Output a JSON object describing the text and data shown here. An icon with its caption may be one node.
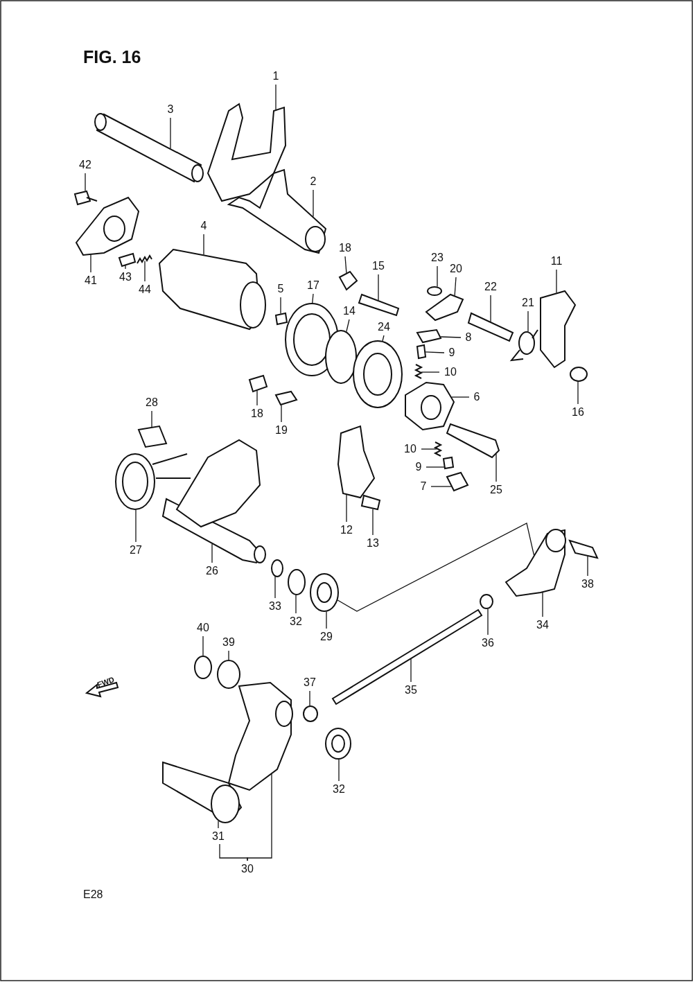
{
  "diagram": {
    "title": "FIG. 16",
    "nodes": [
      {
        "text": [
          "1"
        ]
      },
      {
        "text": [
          "2"
        ]
      },
      {
        "text": [
          "3"
        ]
      },
      {
        "text": [
          "4"
        ]
      },
      {
        "text": [
          "42"
        ]
      },
      {
        "text": [
          "41"
        ]
      },
      {
        "text": [
          "43"
        ]
      },
      {
        "text": [
          "44"
        ]
      },
      {
        "text": [
          "5"
        ]
      },
      {
        "text": [
          "17"
        ]
      },
      {
        "text": [
          "18"
        ]
      },
      {
        "text": [
          "15"
        ]
      },
      {
        "text": [
          "14"
        ]
      },
      {
        "text": [
          "24"
        ]
      },
      {
        "text": [
          "23"
        ]
      },
      {
        "text": [
          "20"
        ]
      },
      {
        "text": [
          "22"
        ]
      },
      {
        "text": [
          "21"
        ]
      },
      {
        "text": [
          "11"
        ]
      },
      {
        "text": [
          "8"
        ]
      },
      {
        "text": [
          "9"
        ]
      },
      {
        "text": [
          "10"
        ]
      },
      {
        "text": [
          "6"
        ]
      },
      {
        "text": [
          "16"
        ]
      },
      {
        "text": [
          "18"
        ]
      },
      {
        "text": [
          "19"
        ]
      },
      {
        "text": [
          "28"
        ]
      },
      {
        "text": [
          "10"
        ]
      },
      {
        "text": [
          "9"
        ]
      },
      {
        "text": [
          "7"
        ]
      },
      {
        "text": [
          "25"
        ]
      },
      {
        "text": [
          "27"
        ]
      },
      {
        "text": [
          "12"
        ]
      },
      {
        "text": [
          "13"
        ]
      },
      {
        "text": [
          "26"
        ]
      },
      {
        "text": [
          "38"
        ]
      },
      {
        "text": [
          "33"
        ]
      },
      {
        "text": [
          "32"
        ]
      },
      {
        "text": [
          "29"
        ]
      },
      {
        "text": [
          "34"
        ]
      },
      {
        "text": [
          "36"
        ]
      },
      {
        "text": [
          "40"
        ]
      },
      {
        "text": [
          "39"
        ]
      },
      {
        "text": [
          "37"
        ]
      },
      {
        "text": [
          "35"
        ]
      },
      {
        "text": [
          "32"
        ]
      },
      {
        "text": [
          "31"
        ]
      },
      {
        "text": [
          "30"
        ]
      },
      {
        "text": [],
        "shape": "picture"
      },
      {
        "text": [],
        "shape": "picture"
      },
      {
        "text": [],
        "shape": "picture"
      },
      {
        "text": [],
        "shape": "picture"
      },
      {
        "text": [],
        "shape": "picture"
      },
      {
        "text": [],
        "shape": "picture"
      },
      {
        "text": [],
        "shape": "box"
      },
      {
        "text": [],
        "shape": "picture"
      },
      {
        "text": [],
        "shape": "box"
      },
      {
        "text": [],
        "shape": "picture"
      },
      {
        "text": [],
        "shape": "box"
      },
      {
        "text": [],
        "shape": "box"
      },
      {
        "text": [],
        "shape": "circle"
      },
      {
        "text": [],
        "shape": "picture"
      },
      {
        "text": [],
        "shape": "circle"
      },
      {
        "text": [],
        "shape": "picture"
      },
      {
        "text": [],
        "shape": "box"
      },
      {
        "text": [],
        "shape": "picture"
      },
      {
        "text": [],
        "shape": "picture"
      },
      {
        "text": [],
        "shape": "box"
      },
      {
        "text": [],
        "shape": "box"
      },
      {
        "text": [],
        "shape": "picture"
      },
      {
        "text": [],
        "shape": "picture"
      },
      {
        "text": [],
        "shape": "circle"
      },
      {
        "text": [],
        "shape": "box"
      },
      {
        "text": [],
        "shape": "box"
      },
      {
        "text": [],
        "shape": "box"
      },
      {
        "text": [],
        "shape": "picture"
      },
      {
        "text": [],
        "shape": "box"
      },
      {
        "text": [],
        "shape": "box"
      },
      {
        "text": [],
        "shape": "picture"
      },
      {
        "text": [],
        "shape": "picture"
      },
      {
        "text": [],
        "shape": "picture"
      },
      {
        "text": [],
        "shape": "box"
      },
      {
        "text": [],
        "shape": "picture"
      },
      {
        "text": [],
        "shape": "box"
      },
      {
        "text": [],
        "shape": "circle"
      },
      {
        "text": [],
        "shape": "circle"
      },
      {
        "text": [],
        "shape": "picture"
      },
      {
        "text": [],
        "shape": "picture"
      },
      {
        "text": [],
        "shape": "circle"
      },
      {
        "text": [],
        "shape": "circle"
      },
      {
        "text": [],
        "shape": "circle"
      },
      {
        "text": [],
        "shape": "circle"
      },
      {
        "text": [],
        "shape": "box"
      },
      {
        "text": [],
        "shape": "picture"
      },
      {
        "text": [],
        "shape": "picture"
      },
      {
        "text": [],
        "shape": "picture"
      }
    ],
    "edges": [
      {
        "from": 0,
        "to": 48,
        "arrow": "none"
      },
      {
        "from": 1,
        "to": 49,
        "arrow": "none"
      },
      {
        "from": 2,
        "to": 50,
        "arrow": "none"
      },
      {
        "from": 3,
        "to": 51,
        "arrow": "none"
      },
      {
        "from": 4,
        "to": 52,
        "arrow": "none"
      },
      {
        "from": 5,
        "to": 53,
        "arrow": "none"
      },
      {
        "from": 6,
        "to": 54,
        "arrow": "none"
      },
      {
        "from": 7,
        "to": 55,
        "arrow": "none"
      },
      {
        "from": 8,
        "to": 56,
        "arrow": "none"
      },
      {
        "from": 9,
        "to": 57,
        "arrow": "none"
      },
      {
        "from": 10,
        "to": 58,
        "arrow": "none"
      },
      {
        "from": 11,
        "to": 59,
        "arrow": "none"
      },
      {
        "from": 12,
        "to": 60,
        "arrow": "none"
      },
      {
        "from": 13,
        "to": 61,
        "arrow": "none"
      },
      {
        "from": 14,
        "to": 62,
        "arrow": "none"
      },
      {
        "from": 15,
        "to": 63,
        "arrow": "none"
      },
      {
        "from": 16,
        "to": 64,
        "arrow": "none"
      },
      {
        "from": 17,
        "to": 65,
        "arrow": "none"
      },
      {
        "from": 18,
        "to": 66,
        "arrow": "none"
      },
      {
        "from": 19,
        "to": 67,
        "arrow": "none"
      },
      {
        "from": 20,
        "to": 68,
        "arrow": "none"
      },
      {
        "from": 21,
        "to": 69,
        "arrow": "none"
      },
      {
        "from": 22,
        "to": 70,
        "arrow": "none"
      },
      {
        "from": 23,
        "to": 71,
        "arrow": "none"
      },
      {
        "from": 24,
        "to": 72,
        "arrow": "none"
      },
      {
        "from": 25,
        "to": 73,
        "arrow": "none"
      },
      {
        "from": 26,
        "to": 74,
        "arrow": "none"
      },
      {
        "from": 27,
        "to": 75,
        "arrow": "none"
      },
      {
        "from": 28,
        "to": 76,
        "arrow": "none"
      },
      {
        "from": 29,
        "to": 77,
        "arrow": "none"
      },
      {
        "from": 30,
        "to": 78,
        "arrow": "none"
      },
      {
        "from": 31,
        "to": 79,
        "arrow": "none"
      },
      {
        "from": 32,
        "to": 80,
        "arrow": "none"
      },
      {
        "from": 33,
        "to": 81,
        "arrow": "none"
      },
      {
        "from": 34,
        "to": 82,
        "arrow": "none"
      },
      {
        "from": 35,
        "to": 83,
        "arrow": "none"
      },
      {
        "from": 36,
        "to": 84,
        "arrow": "none"
      },
      {
        "from": 37,
        "to": 85,
        "arrow": "none"
      },
      {
        "from": 38,
        "to": 86,
        "arrow": "none"
      },
      {
        "from": 39,
        "to": 87,
        "arrow": "none"
      },
      {
        "from": 40,
        "to": 88,
        "arrow": "none"
      },
      {
        "from": 41,
        "to": 89,
        "arrow": "none"
      },
      {
        "from": 42,
        "to": 90,
        "arrow": "none"
      },
      {
        "from": 43,
        "to": 91,
        "arrow": "none"
      },
      {
        "from": 44,
        "to": 92,
        "arrow": "none"
      },
      {
        "from": 45,
        "to": 93,
        "arrow": "none"
      },
      {
        "from": 46,
        "to": 94,
        "arrow": "none"
      },
      {
        "from": 47,
        "to": 95,
        "arrow": "none"
      },
      {
        "from": 47,
        "to": 46,
        "arrow": "none"
      },
      {
        "from": 86,
        "to": 87,
        "arrow": "none"
      }
    ],
    "labels": [
      "FWD",
      "E28"
    ]
  }
}
